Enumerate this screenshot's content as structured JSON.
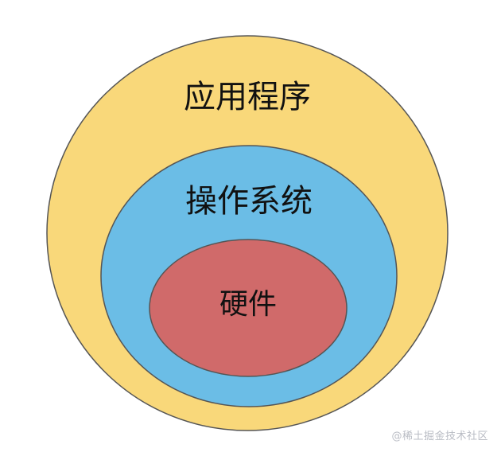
{
  "diagram": {
    "layers": [
      {
        "id": "outer",
        "label": "应用程序",
        "fill": "#f9d87a",
        "stroke": "#555555"
      },
      {
        "id": "middle",
        "label": "操作系统",
        "fill": "#6bbde6",
        "stroke": "#555555"
      },
      {
        "id": "inner",
        "label": "硬件",
        "fill": "#d06a6a",
        "stroke": "#555555"
      }
    ]
  },
  "watermark": "@稀土掘金技术社区"
}
